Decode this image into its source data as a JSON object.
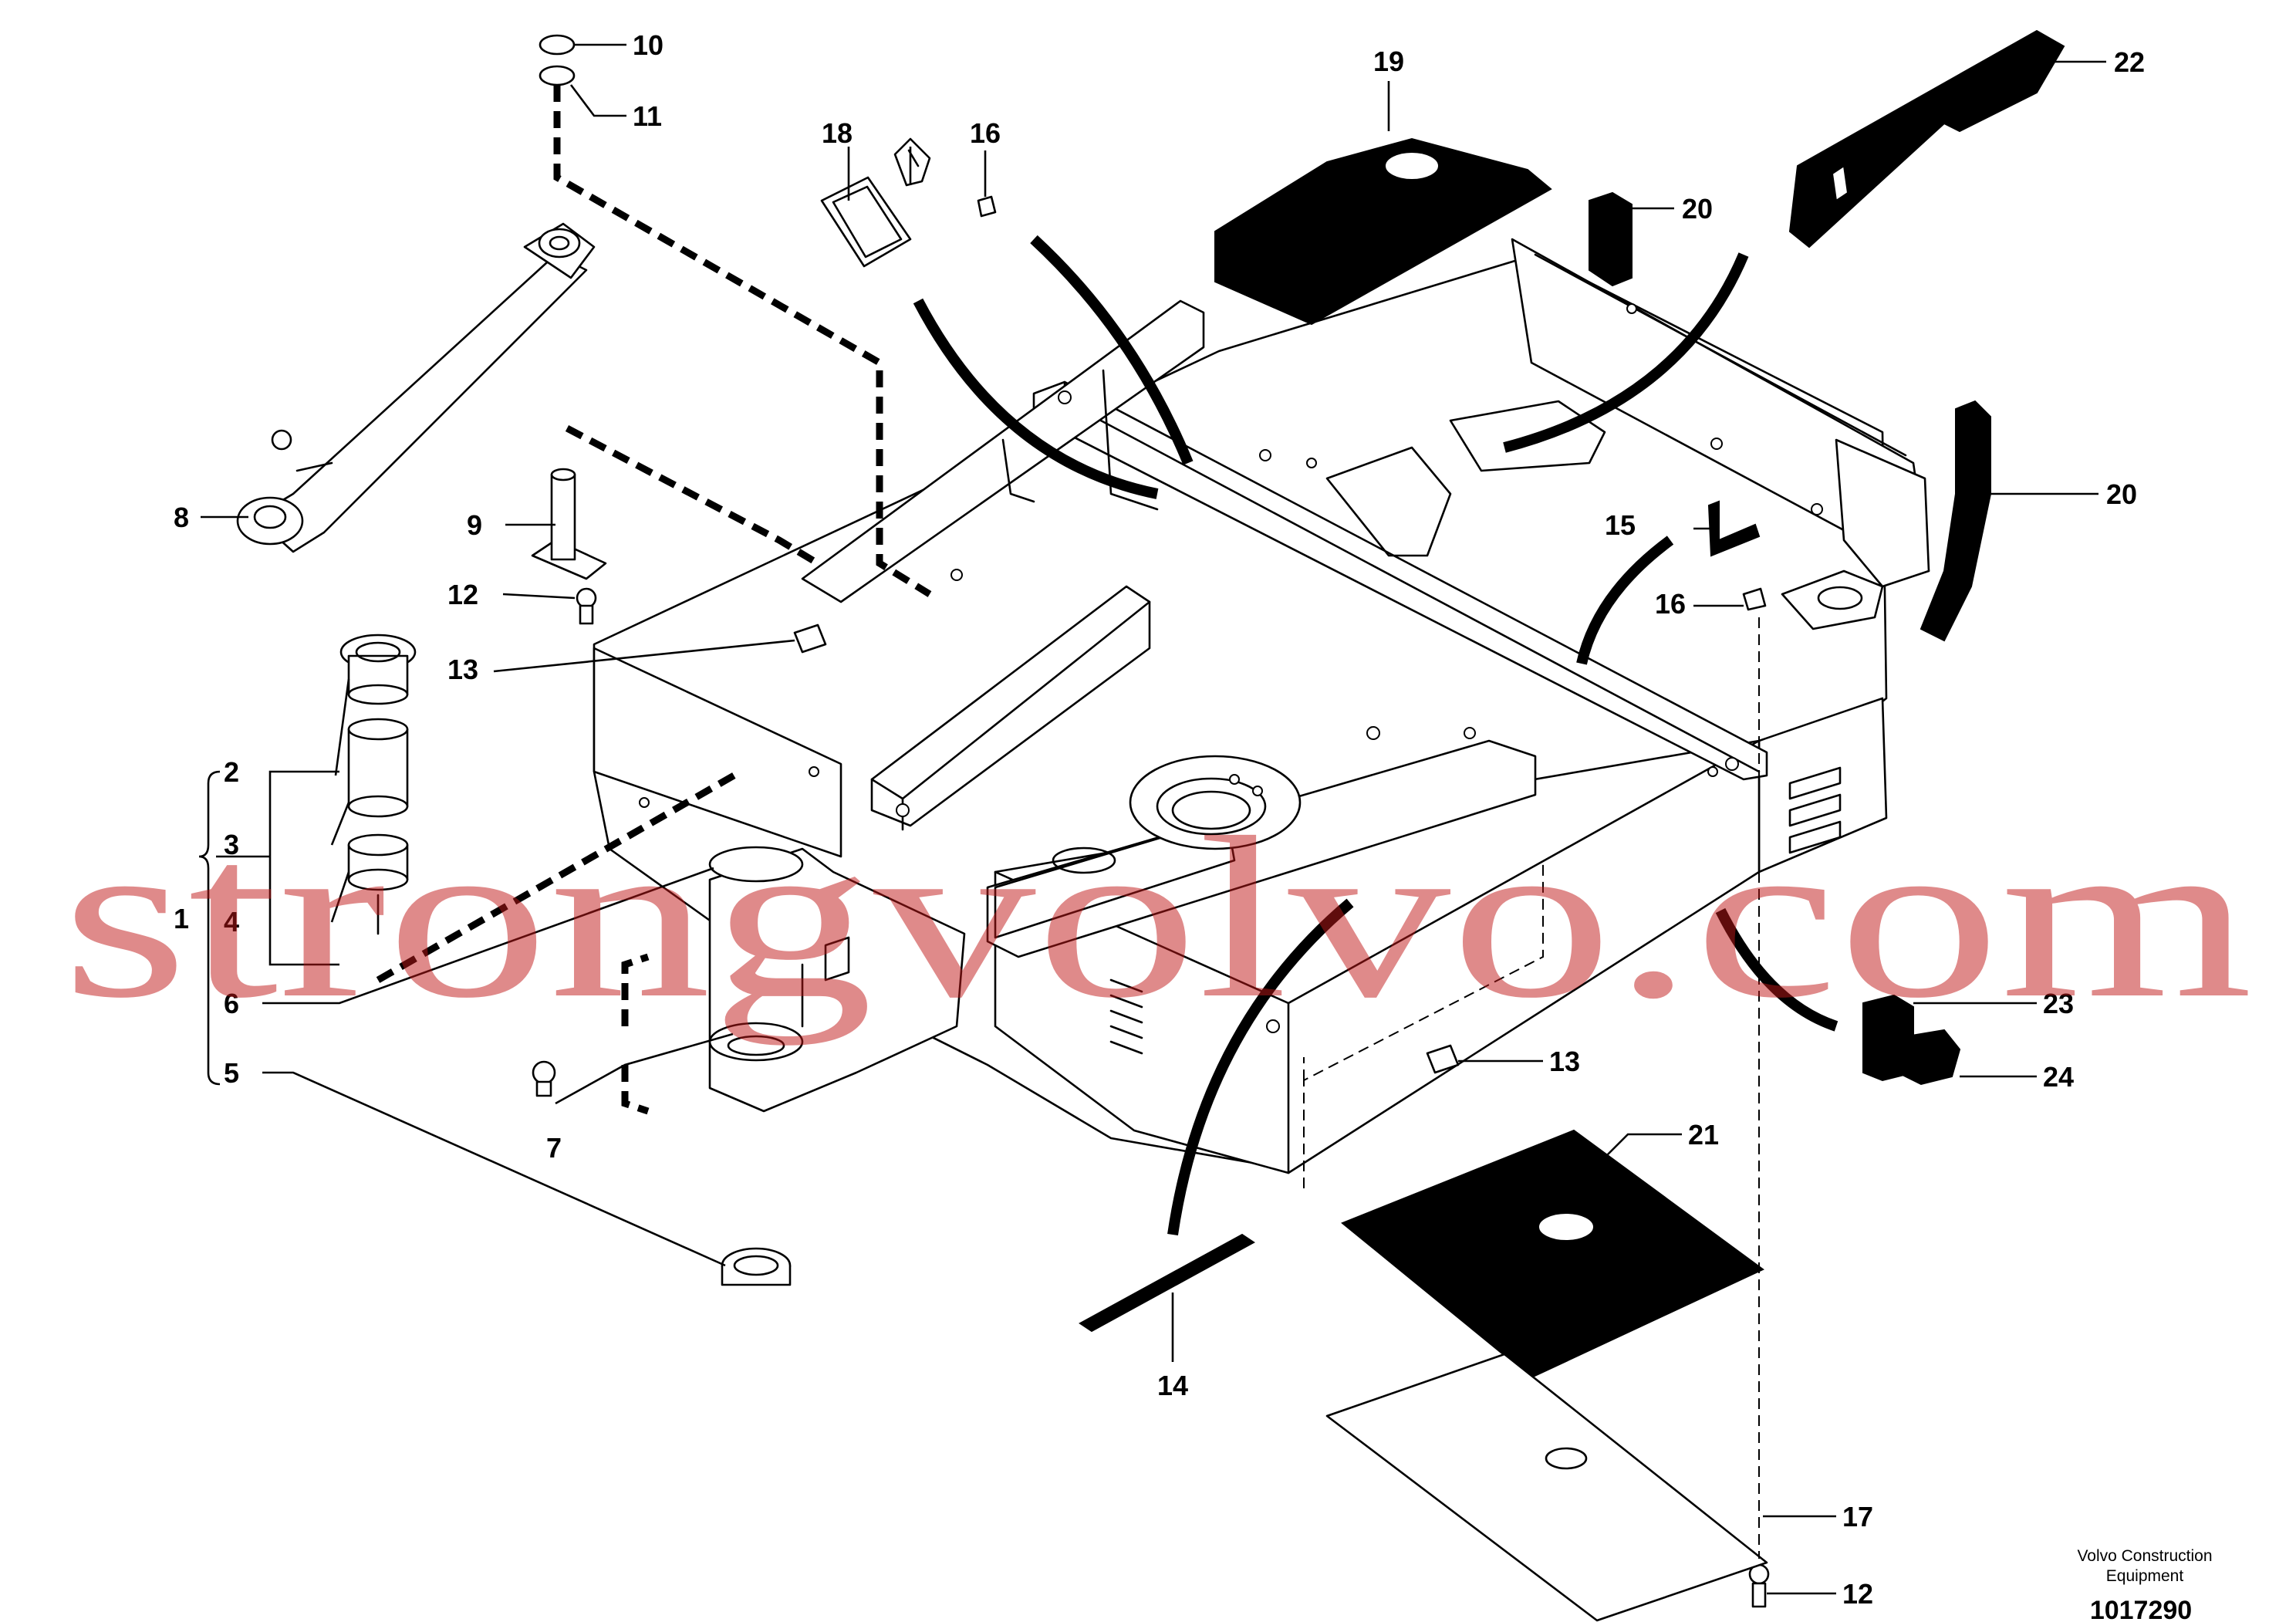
{
  "diagram": {
    "callouts": [
      {
        "id": "c10",
        "label": "10"
      },
      {
        "id": "c11",
        "label": "11"
      },
      {
        "id": "c8",
        "label": "8"
      },
      {
        "id": "c9",
        "label": "9"
      },
      {
        "id": "c12a",
        "label": "12"
      },
      {
        "id": "c13a",
        "label": "13"
      },
      {
        "id": "c2",
        "label": "2"
      },
      {
        "id": "c3",
        "label": "3"
      },
      {
        "id": "c1",
        "label": "1"
      },
      {
        "id": "c4",
        "label": "4"
      },
      {
        "id": "c6",
        "label": "6"
      },
      {
        "id": "c5",
        "label": "5"
      },
      {
        "id": "c7",
        "label": "7"
      },
      {
        "id": "c18",
        "label": "18"
      },
      {
        "id": "c16a",
        "label": "16"
      },
      {
        "id": "c19",
        "label": "19"
      },
      {
        "id": "c22",
        "label": "22"
      },
      {
        "id": "c20a",
        "label": "20"
      },
      {
        "id": "c20b",
        "label": "20"
      },
      {
        "id": "c15",
        "label": "15"
      },
      {
        "id": "c16b",
        "label": "16"
      },
      {
        "id": "c23",
        "label": "23"
      },
      {
        "id": "c24",
        "label": "24"
      },
      {
        "id": "c13b",
        "label": "13"
      },
      {
        "id": "c21",
        "label": "21"
      },
      {
        "id": "c14",
        "label": "14"
      },
      {
        "id": "c17",
        "label": "17"
      },
      {
        "id": "c12b",
        "label": "12"
      }
    ],
    "watermark": "strongvolvo.com",
    "credit_line1": "Volvo Construction",
    "credit_line2": "Equipment",
    "drawing_number": "1017290"
  },
  "colors": {
    "line": "#000000",
    "background": "#ffffff",
    "watermark": "#c01818"
  }
}
